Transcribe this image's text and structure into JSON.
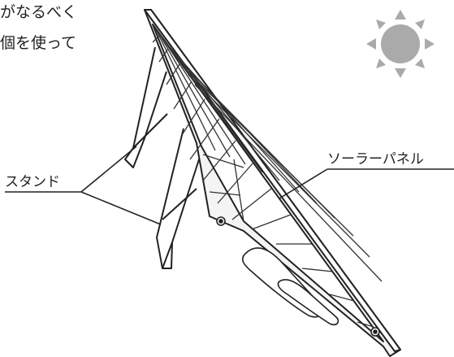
{
  "intro_text": {
    "line1": "がなるべく",
    "line2": "個を使って"
  },
  "labels": {
    "stand": "スタンド",
    "solar_panel": "ソーラーパネル"
  },
  "icons": {
    "sun": "sun-icon"
  },
  "colors": {
    "line": "#222222",
    "sun_fill": "#aaaaaa",
    "panel_cell": "#ffffff",
    "panel_frame": "#f4f4f4"
  }
}
